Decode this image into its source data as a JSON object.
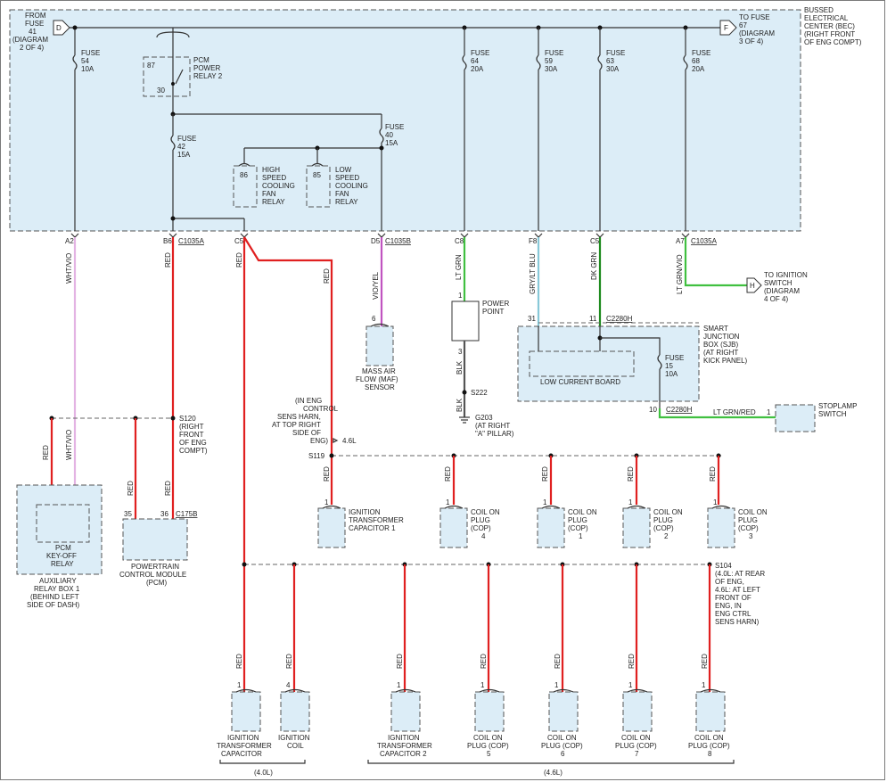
{
  "connectors": {
    "from_fuse": "D",
    "to_fuse": "F",
    "to_ignition": "H"
  },
  "bec": {
    "lines": [
      "BUSSED",
      "ELECTRICAL",
      "CENTER (BEC)",
      "(RIGHT FRONT",
      "OF ENG COMPT)"
    ]
  },
  "from_fuse": {
    "lines": [
      "FROM",
      "FUSE",
      "41",
      "(DIAGRAM",
      "2 OF 4)"
    ]
  },
  "to_fuse": {
    "lines": [
      "TO FUSE",
      "67",
      "(DIAGRAM",
      "3 OF 4)"
    ]
  },
  "fuses": [
    {
      "id": "fuse54",
      "lines": [
        "FUSE",
        "54",
        "10A"
      ]
    },
    {
      "id": "fuse64",
      "lines": [
        "FUSE",
        "64",
        "20A"
      ]
    },
    {
      "id": "fuse59",
      "lines": [
        "FUSE",
        "59",
        "30A"
      ]
    },
    {
      "id": "fuse63",
      "lines": [
        "FUSE",
        "63",
        "30A"
      ]
    },
    {
      "id": "fuse68",
      "lines": [
        "FUSE",
        "68",
        "20A"
      ]
    },
    {
      "id": "fuse42",
      "lines": [
        "FUSE",
        "42",
        "15A"
      ]
    },
    {
      "id": "fuse40",
      "lines": [
        "FUSE",
        "40",
        "15A"
      ]
    },
    {
      "id": "fuse15",
      "lines": [
        "FUSE",
        "15",
        "10A"
      ]
    }
  ],
  "pcm_relay": {
    "lines": [
      "PCM",
      "POWER",
      "RELAY 2"
    ],
    "pin87": "87",
    "pin30": "30"
  },
  "hs_relay": {
    "lines": [
      "HIGH",
      "SPEED",
      "COOLING",
      "FAN",
      "RELAY"
    ],
    "pin": "86"
  },
  "ls_relay": {
    "lines": [
      "LOW",
      "SPEED",
      "COOLING",
      "FAN",
      "RELAY"
    ],
    "pin": "85"
  },
  "pins": {
    "a2": "A2",
    "b6": "B6",
    "c5a": "C5",
    "d5": "D5",
    "c8": "C8",
    "f8": "F8",
    "c5b": "C5",
    "a7": "A7",
    "c1035a_1": "C1035A",
    "c1035b": "C1035B",
    "c1035a_2": "C1035A",
    "c2280h_1": "C2280H",
    "c2280h_2": "C2280H",
    "c175b": "C175B",
    "pin31": "31",
    "pin11": "11",
    "pin10": "10",
    "pin6": "6",
    "pin1_pp": "1",
    "pin3_pp": "3",
    "pin35": "35",
    "pin36": "36",
    "pin1_stop": "1"
  },
  "wires": {
    "whtvio_1": "WHT/VIO",
    "whtvio_2": "WHT/VIO",
    "red": "RED",
    "vioyel": "VIO/YEL",
    "ltgrn": "LT GRN",
    "grylt": "GRY/LT BLU",
    "dkgrn": "DK GRN",
    "ltgrnvio": "LT GRN/VIO",
    "blk": "BLK",
    "ltgrnred": "LT GRN/RED"
  },
  "to_ignition": {
    "lines": [
      "TO IGNITION",
      "SWITCH",
      "(DIAGRAM",
      "4 OF 4)"
    ]
  },
  "maf": {
    "lines": [
      "MASS AIR",
      "FLOW (MAF)",
      "SENSOR"
    ]
  },
  "power_point": {
    "lines": [
      "POWER",
      "POINT"
    ]
  },
  "s222": "S222",
  "g203": {
    "lines": [
      "G203",
      "(AT RIGHT",
      "\"A\" PILLAR)"
    ]
  },
  "sjb": {
    "lines": [
      "SMART",
      "JUNCTION",
      "BOX (SJB)",
      "(AT RIGHT",
      "KICK PANEL)"
    ]
  },
  "low_current_board": "LOW CURRENT BOARD",
  "stoplamp": {
    "lines": [
      "STOPLAMP",
      "SWITCH"
    ]
  },
  "s120": {
    "lines": [
      "S120",
      "(RIGHT",
      "FRONT",
      "OF ENG",
      "COMPT)"
    ]
  },
  "s119_note": {
    "lines": [
      "(IN ENG",
      "CONTROL",
      "SENS HARN,",
      "AT TOP RIGHT",
      "SIDE OF",
      "ENG)"
    ]
  },
  "s119": "S119",
  "v46": "4.6L",
  "pcm_keyoff": {
    "lines": [
      "PCM",
      "KEY-OFF",
      "RELAY"
    ]
  },
  "aux_relay_box": {
    "lines": [
      "AUXILIARY",
      "RELAY BOX 1",
      "(BEHIND LEFT",
      "SIDE OF DASH)"
    ]
  },
  "pcm": {
    "lines": [
      "POWERTRAIN",
      "CONTROL MODULE",
      "(PCM)"
    ]
  },
  "upper_components": [
    {
      "pin": "1",
      "lines": [
        "IGNITION",
        "TRANSFORMER",
        "CAPACITOR 1"
      ]
    },
    {
      "pin": "1",
      "lines": [
        "COIL ON",
        "PLUG",
        "(COP)",
        "4"
      ]
    },
    {
      "pin": "1",
      "lines": [
        "COIL ON",
        "PLUG",
        "(COP)",
        "1"
      ]
    },
    {
      "pin": "1",
      "lines": [
        "COIL ON",
        "PLUG",
        "(COP)",
        "2"
      ]
    },
    {
      "pin": "1",
      "lines": [
        "COIL ON",
        "PLUG",
        "(COP)",
        "3"
      ]
    }
  ],
  "s104": {
    "lines": [
      "S104",
      "(4.0L: AT REAR",
      "OF ENG,",
      "4.6L: AT LEFT",
      "FRONT OF",
      "ENG, IN",
      "ENG CTRL",
      "SENS HARN)"
    ]
  },
  "lower_components": [
    {
      "pin": "1",
      "lines": [
        "IGNITION",
        "TRANSFORMER",
        "CAPACITOR"
      ]
    },
    {
      "pin": "4",
      "lines": [
        "IGNITION",
        "COIL"
      ]
    },
    {
      "pin": "1",
      "lines": [
        "IGNITION",
        "TRANSFORMER",
        "CAPACITOR 2"
      ]
    },
    {
      "pin": "1",
      "lines": [
        "COIL ON",
        "PLUG (COP)",
        "5"
      ]
    },
    {
      "pin": "1",
      "lines": [
        "COIL ON",
        "PLUG (COP)",
        "6"
      ]
    },
    {
      "pin": "1",
      "lines": [
        "COIL ON",
        "PLUG (COP)",
        "7"
      ]
    },
    {
      "pin": "1",
      "lines": [
        "COIL ON",
        "PLUG (COP)",
        "8"
      ]
    }
  ],
  "group_40": "(4.0L)",
  "group_46": "(4.6L)"
}
